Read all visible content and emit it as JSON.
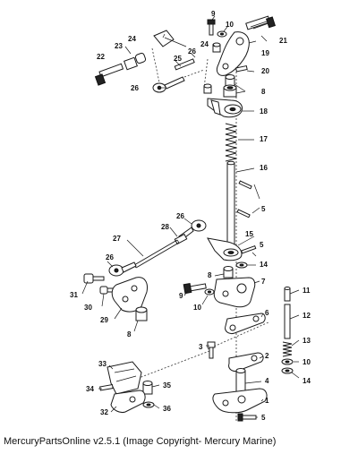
{
  "caption": "MercuryPartsOnline v2.5.1 (Image Copyright- Mercury Marine)",
  "callouts": {
    "n1": "1",
    "n2": "2",
    "n3": "3",
    "n4": "4",
    "n5": "5",
    "n6": "6",
    "n7": "7",
    "n8": "8",
    "n9": "9",
    "n10": "10",
    "n11": "11",
    "n12": "12",
    "n13": "13",
    "n14": "14",
    "n15": "15",
    "n16": "16",
    "n17": "17",
    "n18": "18",
    "n19": "19",
    "n20": "20",
    "n21": "21",
    "n22": "22",
    "n23": "23",
    "n24": "24",
    "n25": "25",
    "n26": "26",
    "n27": "27",
    "n28": "28",
    "n29": "29",
    "n30": "30",
    "n31": "31",
    "n32": "32",
    "n33": "33",
    "n34": "34",
    "n35": "35",
    "n36": "36"
  }
}
